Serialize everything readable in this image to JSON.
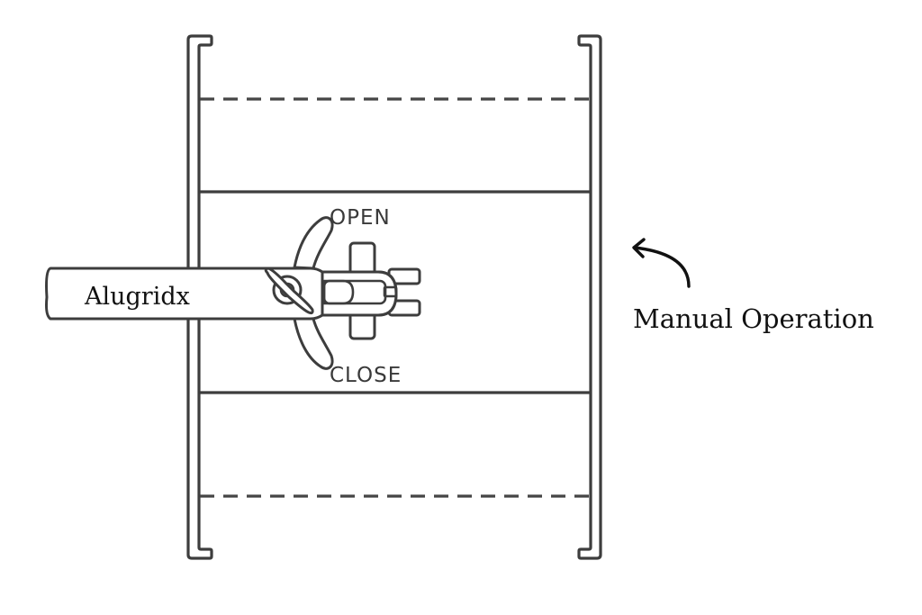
{
  "diagram": {
    "title": "Damper handle — manual operation",
    "handle_label": "Alugridx",
    "position_labels": {
      "open": "OPEN",
      "close": "CLOSE"
    },
    "annotation": {
      "text": "Manual Operation",
      "icon": "curved-arrow-icon"
    },
    "colors": {
      "line": "#3d3d3d",
      "text": "#111111",
      "background": "#ffffff"
    }
  }
}
